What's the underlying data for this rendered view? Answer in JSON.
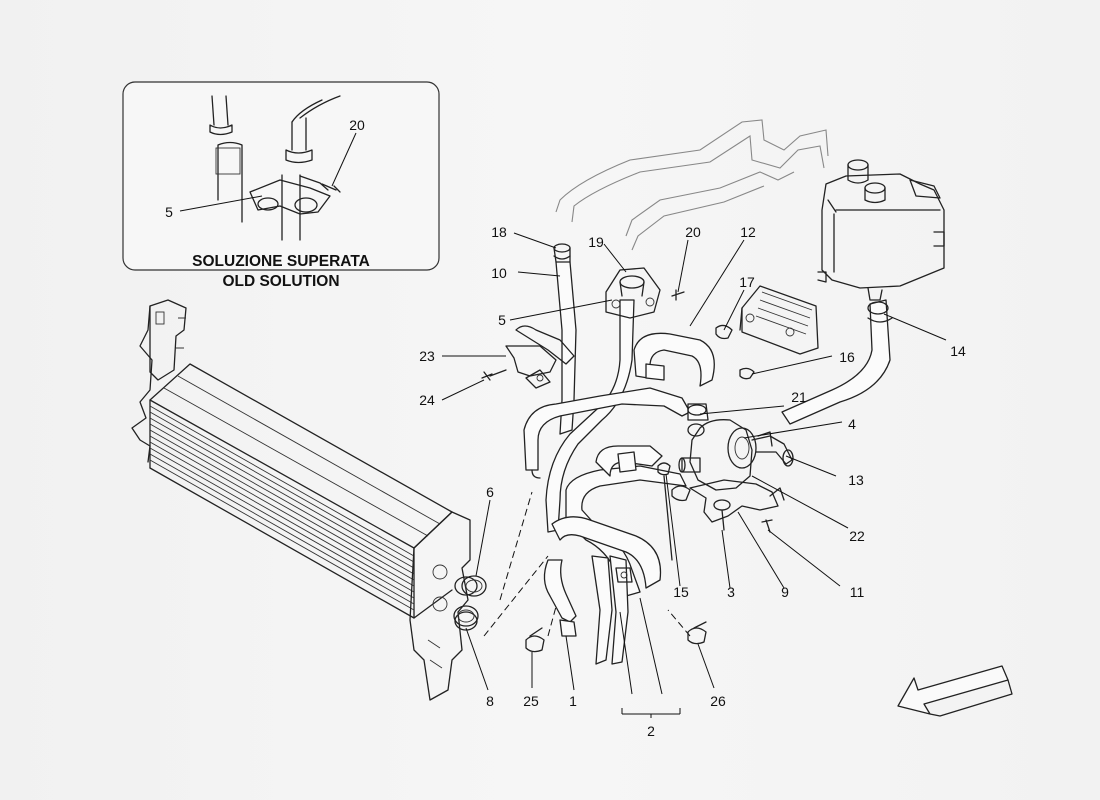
{
  "diagram": {
    "inset_caption_it": "SOLUZIONE SUPERATA",
    "inset_caption_en": "OLD SOLUTION",
    "callouts": {
      "c1": "1",
      "c2": "2",
      "c3": "3",
      "c4": "4",
      "c5": "5",
      "c5_inset": "5",
      "c6": "6",
      "c8": "8",
      "c9": "9",
      "c10": "10",
      "c11": "11",
      "c12": "12",
      "c13": "13",
      "c14": "14",
      "c15": "15",
      "c16": "16",
      "c17": "17",
      "c18": "18",
      "c19": "19",
      "c20": "20",
      "c20_inset": "20",
      "c21": "21",
      "c22": "22",
      "c23": "23",
      "c24": "24",
      "c25": "25",
      "c26": "26"
    },
    "direction_arrow_icon": "front-direction-arrow-icon"
  }
}
